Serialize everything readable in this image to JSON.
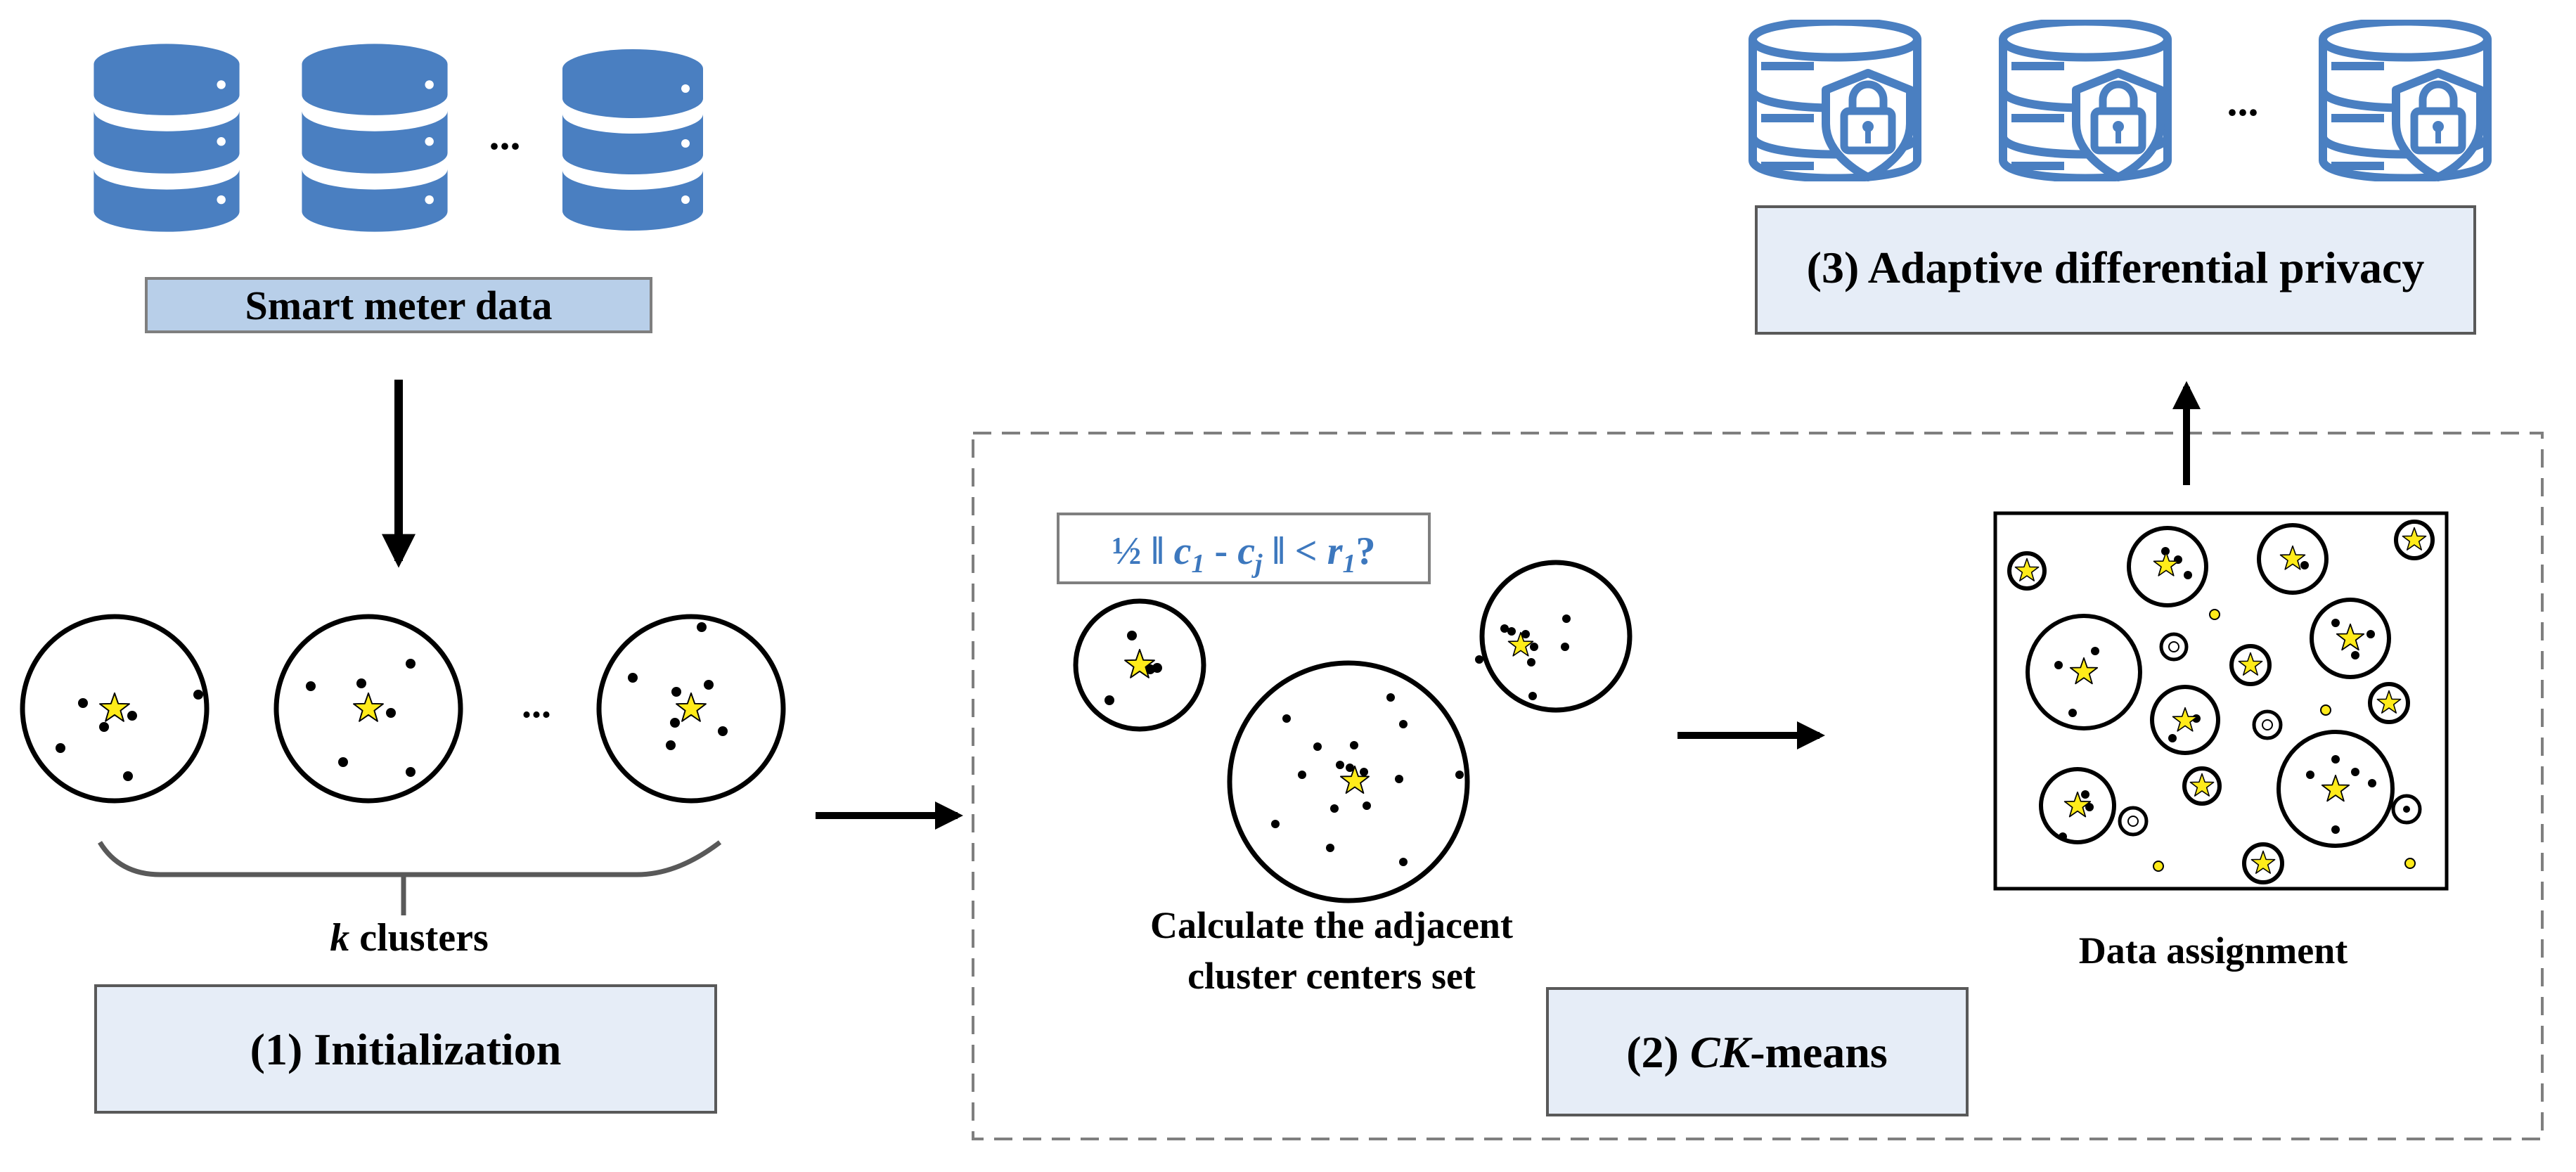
{
  "stage1": {
    "source_label": "Smart meter data",
    "ellipsis": "...",
    "k_var": "k",
    "k_suffix": " clusters",
    "title": "(1) Initialization"
  },
  "stage2": {
    "formula": {
      "half": "½",
      "norm_open": " ‖ ",
      "c": "c",
      "sub1": "1",
      "minus": " - ",
      "subj": "j",
      "norm_close": " ‖ < ",
      "r": "r",
      "subr": "1",
      "q": "?"
    },
    "caption_line1": "Calculate the adjacent",
    "caption_line2": "cluster centers set",
    "assign_label": "Data assignment",
    "title_prefix": "(2) ",
    "title_italic": "CK",
    "title_suffix": "-means"
  },
  "stage3": {
    "ellipsis": "...",
    "title": "(3) Adaptive differential privacy"
  },
  "colors": {
    "db_blue": "#4A7FC1",
    "label_blue": "#B8CFE9",
    "box_light": "#E6EDF7",
    "star_yellow": "#FFEB1A",
    "formula_text": "#3D78BE"
  },
  "icons": {
    "database": "database-icon",
    "secure_database": "lock-database-icon",
    "center": "star-icon"
  }
}
